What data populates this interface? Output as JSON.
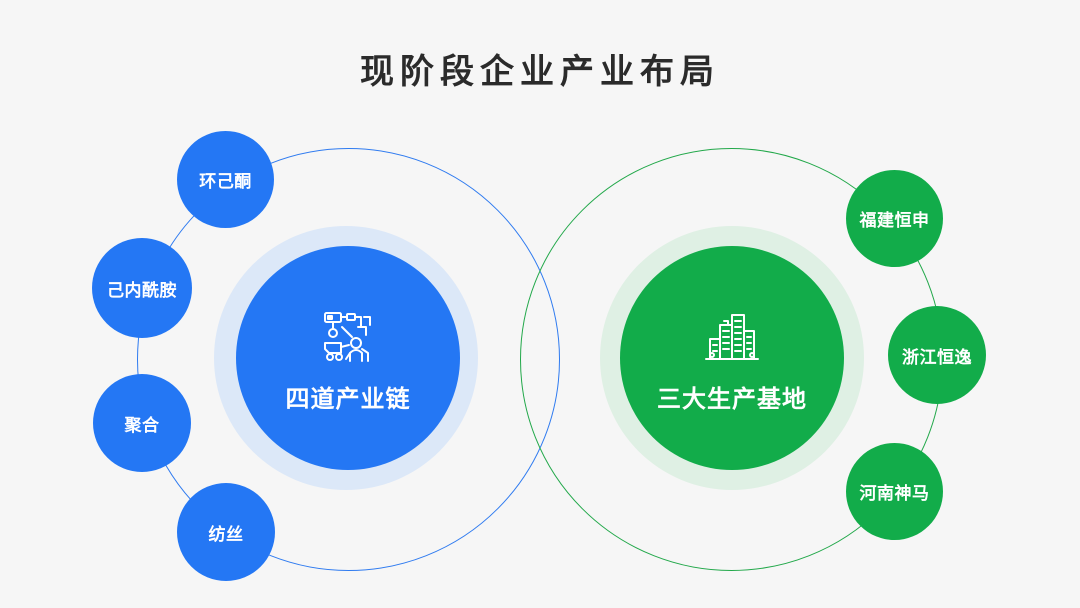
{
  "title": "现阶段企业产业布局",
  "left_group": {
    "label": "四道产业链",
    "icon": "industrial-chain-icon",
    "color": "#2477f4",
    "items": [
      "环己酮",
      "己内酰胺",
      "聚合",
      "纺丝"
    ]
  },
  "right_group": {
    "label": "三大生产基地",
    "icon": "city-buildings-icon",
    "color": "#12ac4a",
    "items": [
      "福建恒申",
      "浙江恒逸",
      "河南神马"
    ]
  }
}
